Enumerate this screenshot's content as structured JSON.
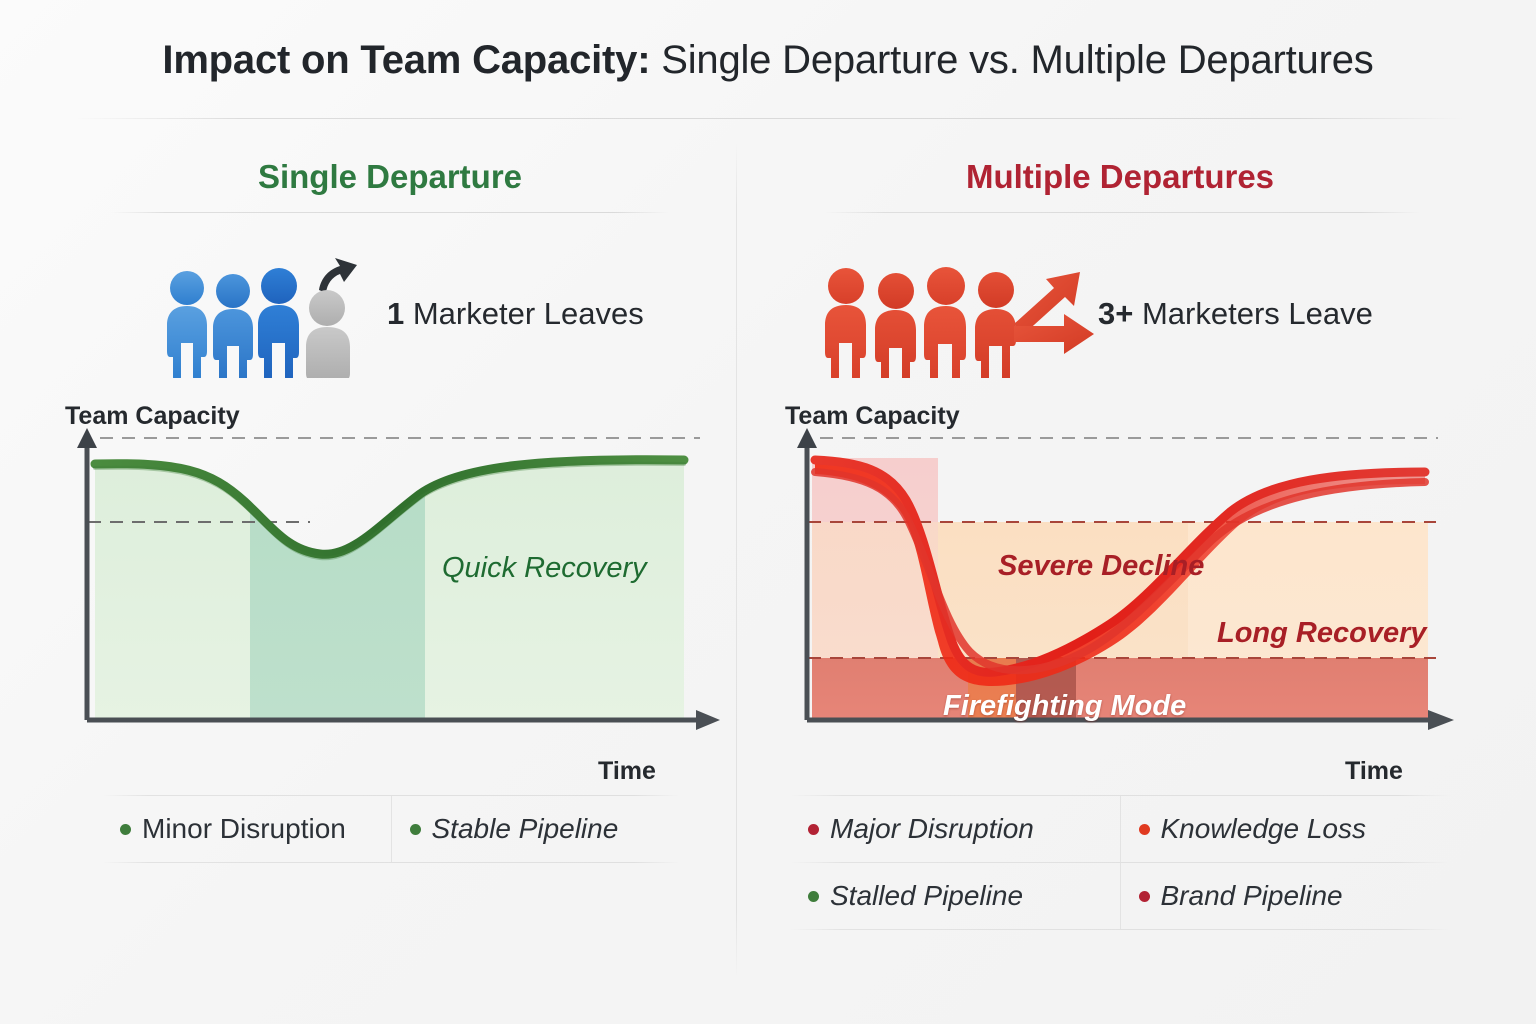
{
  "header": {
    "title_bold": "Impact on Team Capacity:",
    "title_rest": " Single Departure vs. Multiple Departures"
  },
  "panels": {
    "left": {
      "title": "Single Departure",
      "title_color": "#2f7a41",
      "people_icon": "four-people-one-leaving-icon",
      "people_label_count": "1",
      "people_label_text": " Marketer Leaves",
      "y_axis_label": "Team Capacity",
      "x_axis_label": "Time",
      "curve_label": "Quick Recovery",
      "curve_color": "#3c7d36",
      "legend": [
        {
          "label": "Minor Disruption",
          "dot": "#3f7d3c",
          "italic": false
        },
        {
          "label": "Stable Pipeline",
          "dot": "#3f7d3c",
          "italic": true
        }
      ]
    },
    "right": {
      "title": "Multiple Departures",
      "title_color": "#b02333",
      "people_icon": "four-people-all-leaving-icon",
      "people_label_count": "3+",
      "people_label_text": " Marketers Leave",
      "y_axis_label": "Team Capacity",
      "x_axis_label": "Time",
      "curve_labels": {
        "severe": "Severe Decline",
        "long": "Long Recovery",
        "fire": "Firefighting Mode"
      },
      "curve_color": "#e02020",
      "legend": [
        {
          "label": "Major Disruption",
          "dot": "#b22234",
          "italic": true
        },
        {
          "label": "Knowledge Loss",
          "dot": "#e03a20",
          "italic": true
        },
        {
          "label": "Stalled Pipeline",
          "dot": "#3f7d3c",
          "italic": true
        },
        {
          "label": "Brand Pipeline",
          "dot": "#b22234",
          "italic": true
        }
      ]
    }
  },
  "chart_data": [
    {
      "type": "line",
      "title": "Single Departure — Team Capacity over Time",
      "xlabel": "Time",
      "ylabel": "Team Capacity",
      "ylim": [
        0,
        100
      ],
      "xlim": [
        0,
        100
      ],
      "grid": false,
      "legend": "none",
      "series": [
        {
          "name": "Team Capacity (single departure)",
          "color": "#3c7d36",
          "x": [
            0,
            10,
            20,
            30,
            40,
            50,
            60,
            70,
            80,
            90,
            100
          ],
          "values": [
            92,
            91,
            88,
            78,
            66,
            61,
            65,
            78,
            88,
            92,
            93
          ]
        }
      ],
      "reference_lines": [
        {
          "name": "full-capacity",
          "y": 100,
          "style": "dashed",
          "color": "#9a9a9a"
        },
        {
          "name": "dip-threshold",
          "y": 72,
          "style": "dashed",
          "color": "#6d6d6d"
        }
      ],
      "bands": [
        {
          "name": "pre-departure",
          "x0": 0,
          "x1": 27,
          "fill": "#e2f0e0"
        },
        {
          "name": "dip",
          "x0": 27,
          "x1": 57,
          "fill": "#b9ddc8"
        },
        {
          "name": "recovery",
          "x0": 57,
          "x1": 100,
          "fill": "#e2f0e0"
        }
      ],
      "annotations": [
        {
          "text": "Quick Recovery",
          "x": 68,
          "y": 62,
          "color": "#1e6b31"
        }
      ]
    },
    {
      "type": "line",
      "title": "Multiple Departures — Team Capacity over Time",
      "xlabel": "Time",
      "ylabel": "Team Capacity",
      "ylim": [
        0,
        100
      ],
      "xlim": [
        0,
        100
      ],
      "grid": false,
      "legend": "none",
      "series": [
        {
          "name": "Team Capacity (multiple departures)",
          "color": "#e02020",
          "x": [
            0,
            10,
            20,
            25,
            30,
            40,
            50,
            60,
            70,
            80,
            90,
            100
          ],
          "values": [
            90,
            87,
            76,
            55,
            35,
            22,
            19,
            24,
            42,
            66,
            77,
            80
          ]
        }
      ],
      "reference_lines": [
        {
          "name": "full-capacity",
          "y": 100,
          "style": "dashed",
          "color": "#9a9a9a"
        },
        {
          "name": "severe-decline-threshold",
          "y": 70,
          "style": "dashed",
          "color": "#9c3a30"
        },
        {
          "name": "firefighting-threshold",
          "y": 22,
          "style": "dashed",
          "color": "#9c3a30"
        }
      ],
      "bands": [
        {
          "name": "pre-departure",
          "x0": 0,
          "x1": 24,
          "fill": "#f7cfcf"
        },
        {
          "name": "severe-decline",
          "x0": 24,
          "x1": 60,
          "fill": "#fbe0c3"
        },
        {
          "name": "long-recovery",
          "x0": 60,
          "x1": 100,
          "fill": "#fbe3c8"
        },
        {
          "name": "firefighting-mode",
          "x0": 0,
          "x1": 100,
          "fill": "#e38072"
        }
      ],
      "annotations": [
        {
          "text": "Severe Decline",
          "x": 42,
          "y": 62,
          "color": "#a81f26"
        },
        {
          "text": "Long Recovery",
          "x": 75,
          "y": 45,
          "color": "#a81f26"
        },
        {
          "text": "Firefighting Mode",
          "x": 38,
          "y": 10,
          "color": "#ffffff"
        }
      ]
    }
  ]
}
